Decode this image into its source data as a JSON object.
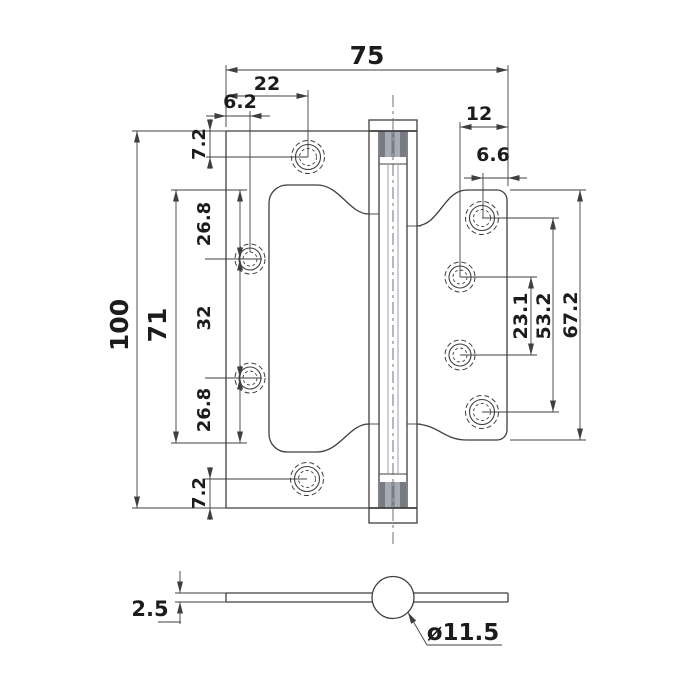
{
  "figure": {
    "kind": "technical-drawing",
    "subject": "door hinge with mounting hole dimensions",
    "views": [
      "front-view",
      "bottom-profile-view"
    ]
  },
  "dims": {
    "total_width": "75",
    "hole1_x": "22",
    "hole2_x": "6.2",
    "right_hole_inset": "12",
    "right_corner_hole_inset": "6.6",
    "left_margin_top": "7.2",
    "left_pitch_top": "26.8",
    "left_pitch_mid": "32",
    "left_pitch_bottom": "26.8",
    "left_margin_bottom": "7.2",
    "total_height": "100",
    "left_span": "71",
    "right_pitch_inner": "23.1",
    "right_pitch_outer": "53.2",
    "right_leaf_height": "67.2",
    "thickness": "2.5",
    "knuckle_diameter": "ø11.5"
  },
  "colors": {
    "line": "#3f3f41",
    "text": "#1c1c1e",
    "hatch_bg": "#e6e7e9",
    "hatch_line": "#b6b7bc",
    "pin_dark": "#757a83",
    "pin_mid": "#a7acb4"
  }
}
